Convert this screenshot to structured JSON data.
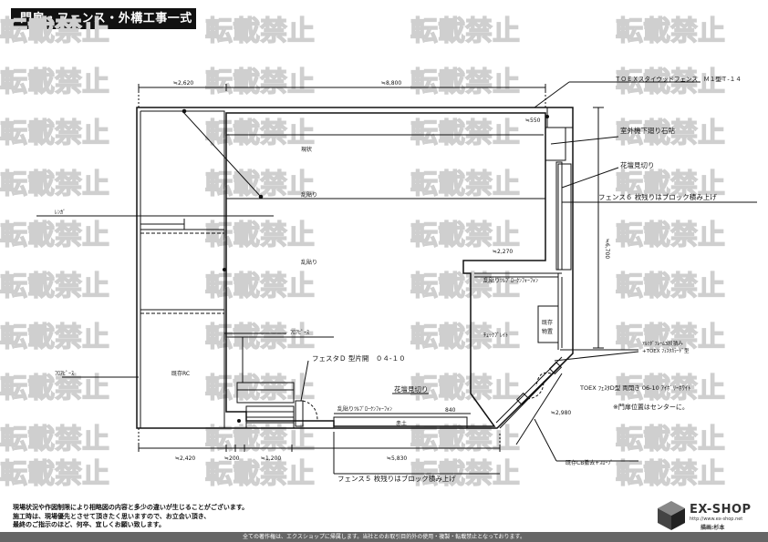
{
  "title": "門扉・フェンス・外構工事一式",
  "watermark": "転載禁止",
  "dimensions": {
    "d2620": "≒2,620",
    "d8800": "≒8,800",
    "d550": "≒550",
    "d6700": "≒6,700",
    "d2270": "≒2,270",
    "d2420": "≒2,420",
    "d200": "≒200",
    "d1200": "≒1,200",
    "d5830": "≒5,830",
    "d2980": "≒2,980",
    "d840": "840"
  },
  "labels": {
    "existing": "現状",
    "brick": "ﾚﾝｶﾞ",
    "rough_cut1": "乱貼り",
    "rough_cut2": "乱貼り",
    "rough_cut3": "乱貼り",
    "floor_piece1": "ﾌﾛｱﾋﾟｰｽ",
    "floor_piece2": "ﾌﾛｱﾋﾟｰｽ",
    "existing_rc": "既存RC",
    "existing_storage": "既存",
    "existing_storage2": "物置",
    "check_light": "ﾁｪｯｸﾌﾟﾚｲﾄ",
    "rough_pour1": "乱貼りﾂﾙﾌﾞﾛｰｸﾝﾌｫｰﾌｫﾝ",
    "rough_pour2": "乱貼りﾂﾙﾌﾞﾛｰｸﾝﾌｫｰﾌｫﾝ",
    "red_soil": "赤土"
  },
  "callouts": {
    "fence_toex": "ＴＯＥＸスタイウッドフェンス　Ｍ１型Ｔ‐１４",
    "ac_stone": "室外機下廻り石貼",
    "flower_cut1": "花壇見切り",
    "fence6": "フェンス６ 枚残りはブロック積み上げ",
    "gate_d": "フェスタＤ 型片開　０４‐１０",
    "flower_cut2": "花壇見切り",
    "fence5": "フェンス５ 枚残りはブロック積み上げ",
    "gate_frame1": "ｱﾙﾐﾀﾞﾌﾚｰﾑ3段積み",
    "gate_frame2": "+TOEX ﾌｪｽﾀｶﾗｰﾄﾞ型",
    "toex_gate": "TOEX ﾌｪｽﾀD型 両開き 06-10 ｱｲﾎﾞﾘｰﾎﾜｲﾄ",
    "gate_center": "※門扉位置はセンターに。",
    "existing_cb": "既存CB撤去+ｽﾛｰﾌﾟ"
  },
  "notes": [
    "現場状況や作図制限により相略図の内容と多少の違いが生じることがございます。",
    "施工時は、現場優先とさせて頂きたく思いますので、お立会い頂き、",
    "最終のご指示のほど、何卒、宜しくお願い致します。"
  ],
  "footer": "全ての著作権は、エクスショップに帰属します。当社とのお取引目的外の使用・複製・転載禁止となっております。",
  "logo": {
    "name": "EX-SHOP",
    "url": "http://www.ex-shop.net",
    "author": "描画:杉本"
  },
  "colors": {
    "line": "#111111",
    "watermark": "#cfcfcf",
    "title_bg": "#111111",
    "footer_bg": "#666666"
  }
}
